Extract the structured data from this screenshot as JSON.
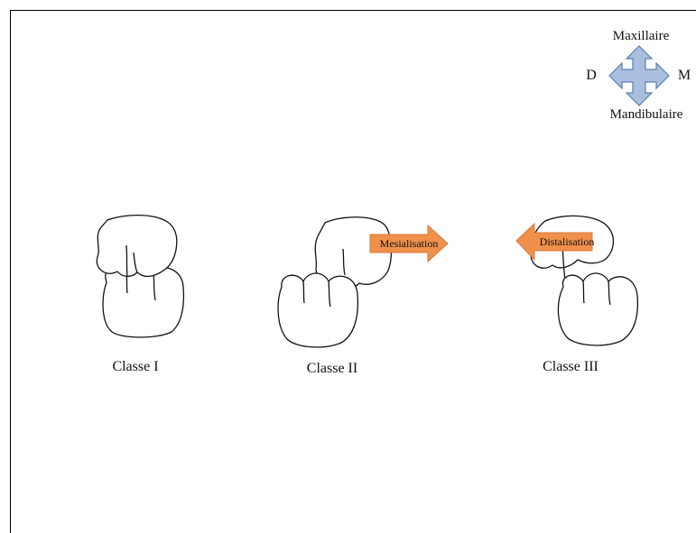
{
  "compass": {
    "top": "Maxillaire",
    "bottom": "Mandibulaire",
    "left": "D",
    "right": "M",
    "color": "#a9bfe0"
  },
  "classes": [
    {
      "label": "Classe I"
    },
    {
      "label": "Classe II",
      "arrow_label": "Mesialisation"
    },
    {
      "label": "Classe III",
      "arrow_label": "Distalisation"
    }
  ],
  "colors": {
    "arrow_fill": "#f0904a",
    "arrow_stroke": "#d9793a",
    "tooth_stroke": "#111111"
  }
}
